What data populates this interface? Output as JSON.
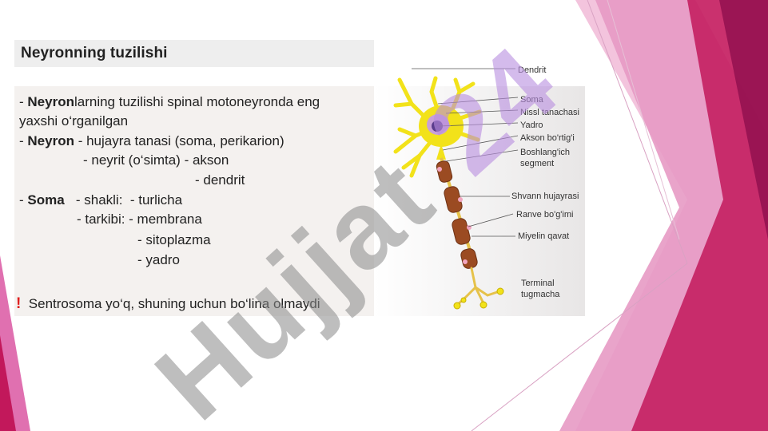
{
  "slide": {
    "title": "Neyronning tuzilishi",
    "lines": {
      "l1_bold": "Neyron",
      "l1_rest": "larning tuzilishi spinal motoneyronda eng",
      "l1_prefix": "- ",
      "l2": "yaxshi o‘rganilgan",
      "l3_prefix": "- ",
      "l3_bold": "Neyron",
      "l3_rest": " - hujayra tanasi (soma, perikarion)",
      "l4": "- neyrit (o‘simta) - akson",
      "l5": "- dendrit",
      "l6_prefix": "- ",
      "l6_bold": "Soma",
      "l6_rest": "   - shakli:  - turlicha",
      "l7": "- tarkibi: - membrana",
      "l8": "- sitoplazma",
      "l9": "- yadro",
      "note_mark": "!",
      "note": "Sentrosoma yo‘q, shuning uchun bo‘lina olmaydi"
    },
    "diagram_labels": {
      "dendrit": "Dendrit",
      "soma": "Soma",
      "nissl": "Nissl tanachasi",
      "yadro": "Yadro",
      "akson_bortigi": "Akson bo'rtig'i",
      "boshlangich_1": "Boshlang'ich",
      "boshlangich_2": "segment",
      "shvann": "Shvann hujayrasi",
      "ranve": "Ranve bo'g'imi",
      "miyelin": "Miyelin qavat",
      "terminal_1": "Terminal",
      "terminal_2": "tugmacha"
    },
    "watermark": "Hujjat24",
    "colors": {
      "accent_magenta": "#c2185b",
      "pink_light": "#e79ac4",
      "dendrite_yellow": "#f2e21a",
      "myelin_brown": "#9b4b22",
      "watermark_purple": "#b98ee0",
      "watermark_gray": "#8a8a8a"
    }
  }
}
